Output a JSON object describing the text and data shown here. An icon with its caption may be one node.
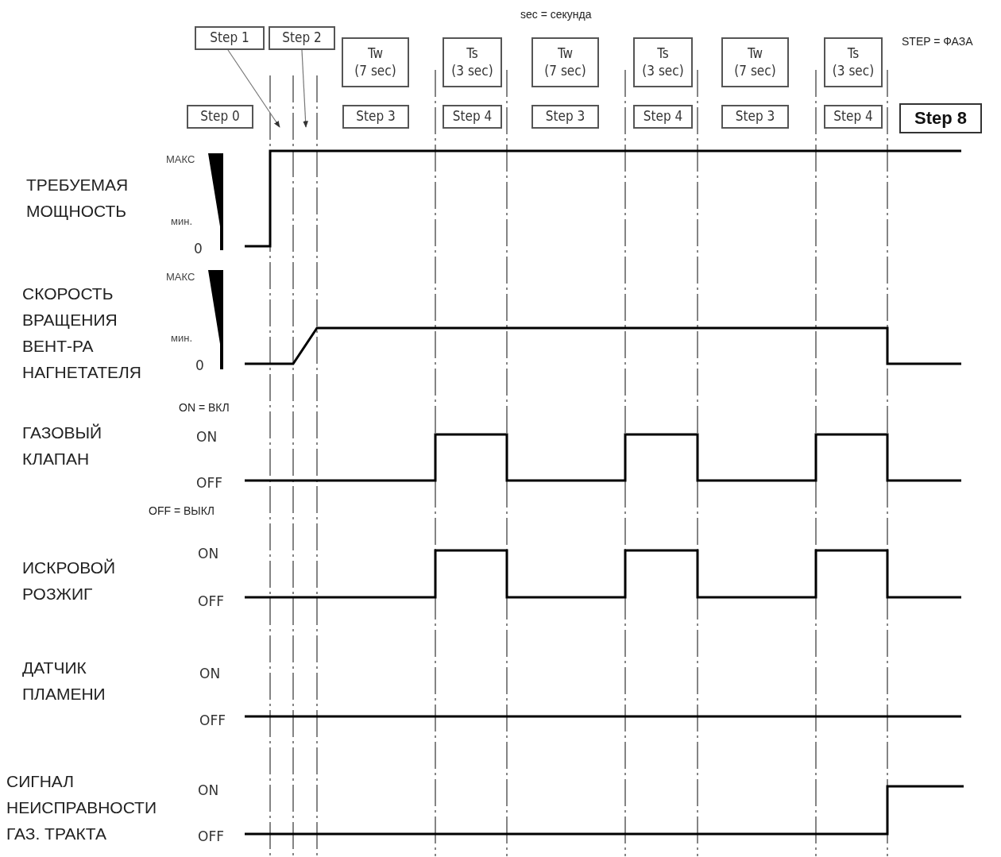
{
  "diagram": {
    "nodes": [
      {
        "text": [
          "Step 1"
        ]
      },
      {
        "text": [
          "Step 2"
        ]
      },
      {
        "text": [
          "Tw",
          "(7 sec)"
        ]
      },
      {
        "text": [
          "Ts",
          "(3 sec)"
        ]
      },
      {
        "text": [
          "Tw",
          "(7 sec)"
        ]
      },
      {
        "text": [
          "Ts",
          "(3 sec)"
        ]
      },
      {
        "text": [
          "Tw",
          "(7 sec)"
        ]
      },
      {
        "text": [
          "Ts",
          "(3 sec)"
        ]
      },
      {
        "text": [
          "Step 0"
        ]
      },
      {
        "text": [
          "Step 3"
        ]
      },
      {
        "text": [
          "Step 4"
        ]
      },
      {
        "text": [
          "Step 3"
        ]
      },
      {
        "text": [
          "Step 4"
        ]
      },
      {
        "text": [
          "Step 3"
        ]
      },
      {
        "text": [
          "Step 4"
        ]
      },
      {
        "text": [
          "Step 8"
        ]
      }
    ],
    "edges": [
      {
        "from": 0,
        "to": null,
        "arrow": "to"
      },
      {
        "from": 1,
        "to": null,
        "arrow": "to"
      }
    ],
    "labels": [
      "sec = секунда",
      "STEP = ФАЗА",
      "МАКС",
      "ТРЕБУЕМАЯ МОЩНОСТЬ",
      "мин.",
      "0",
      "МАКС",
      "СКОРОСТЬ ВРАЩЕНИЯ ВЕНТ-РА НАГНЕТАТЕЛЯ",
      "мин.",
      "0",
      "ON = ВКЛ",
      "ГАЗОВЫЙ КЛАПАН",
      "ON",
      "OFF",
      "OFF = ВЫКЛ",
      "ON",
      "ИСКРОВОЙ РОЗЖИГ",
      "OFF",
      "ДАТЧИК ПЛАМЕНИ",
      "ON",
      "OFF",
      "СИГНАЛ НЕИСПРАВНОСТИ ГАЗ. ТРАКТА",
      "ON",
      "OFF"
    ]
  }
}
